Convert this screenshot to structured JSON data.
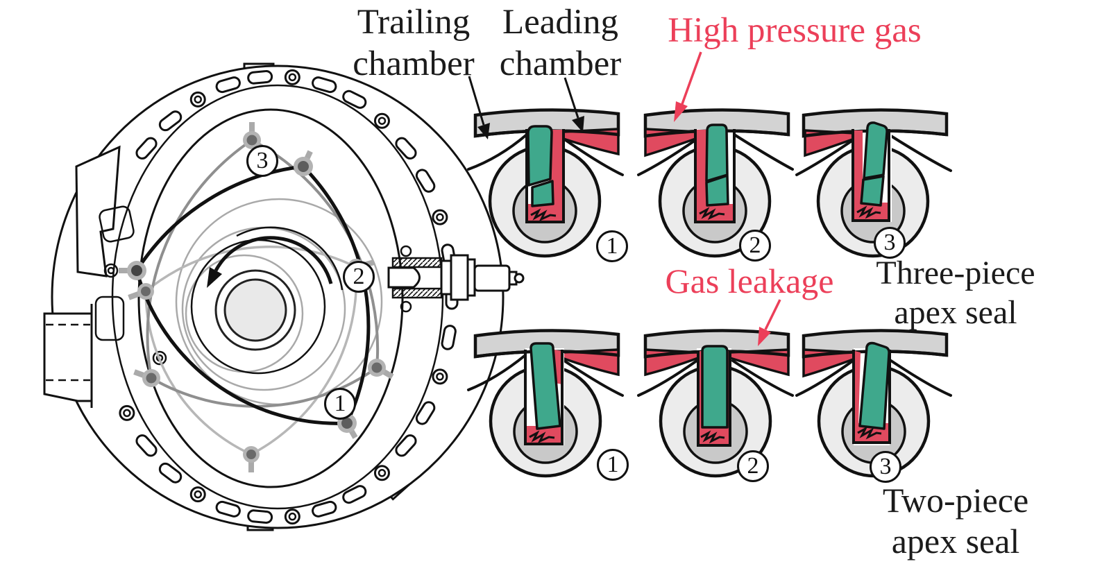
{
  "colors": {
    "gas_red": "#e04a5f",
    "label_red": "#ec3f59",
    "seal_green": "#3fa88c",
    "housing_gray": "#d3d3d3",
    "rotor_light": "#ececec",
    "rotor_mid": "#c9c9c9",
    "ink": "#111111"
  },
  "labels": {
    "trailing_chamber": {
      "line1": "Trailing",
      "line2": "chamber"
    },
    "leading_chamber": {
      "line1": "Leading",
      "line2": "chamber"
    },
    "high_pressure_gas": "High pressure gas",
    "gas_leakage": "Gas leakage",
    "three_piece_seal": {
      "line1": "Three-piece",
      "line2": "apex seal"
    },
    "two_piece_seal": {
      "line1": "Two-piece",
      "line2": "apex seal"
    }
  },
  "engine_view": {
    "positions": {
      "p1": "1",
      "p2": "2",
      "p3": "3"
    }
  },
  "seal_sequence_top": {
    "p1": "1",
    "p2": "2",
    "p3": "3"
  },
  "seal_sequence_bottom": {
    "p1": "1",
    "p2": "2",
    "p3": "3"
  }
}
